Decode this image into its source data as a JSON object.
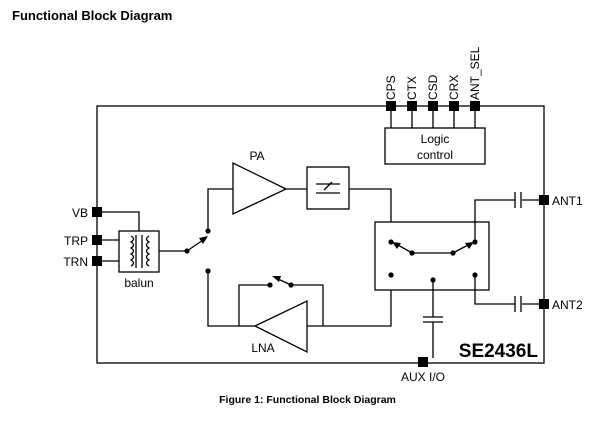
{
  "heading": "Functional Block Diagram",
  "caption": "Figure 1:  Functional Block Diagram",
  "part_number": "SE2436L",
  "blocks": {
    "pa": "PA",
    "lna": "LNA",
    "balun": "balun",
    "logic_line1": "Logic",
    "logic_line2": "control"
  },
  "pins": {
    "top": [
      "CPS",
      "CTX",
      "CSD",
      "CRX",
      "ANT_SEL"
    ],
    "left": [
      "VB",
      "TRP",
      "TRN"
    ],
    "right": [
      "ANT1",
      "ANT2"
    ],
    "bottom": [
      "AUX I/O"
    ]
  }
}
